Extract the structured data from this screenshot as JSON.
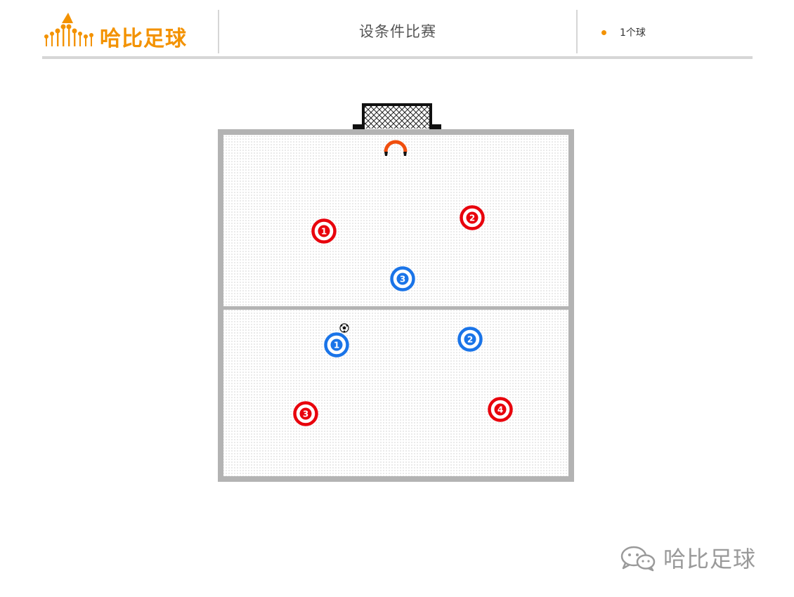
{
  "header": {
    "logo_text": "哈比足球",
    "title": "设条件比赛",
    "legend": {
      "label": "1个球",
      "dot_color": "#f39200"
    }
  },
  "diagram": {
    "red_team": {
      "color": "#e8000c",
      "players": [
        {
          "number": "1"
        },
        {
          "number": "2"
        },
        {
          "number": "3"
        },
        {
          "number": "4"
        }
      ]
    },
    "blue_team": {
      "color": "#1a74e8",
      "players": [
        {
          "number": "1"
        },
        {
          "number": "2"
        },
        {
          "number": "3"
        }
      ]
    },
    "goalkeeper_color": "#f04e0e",
    "ball_count": 1
  },
  "watermark": {
    "text": "哈比足球"
  }
}
